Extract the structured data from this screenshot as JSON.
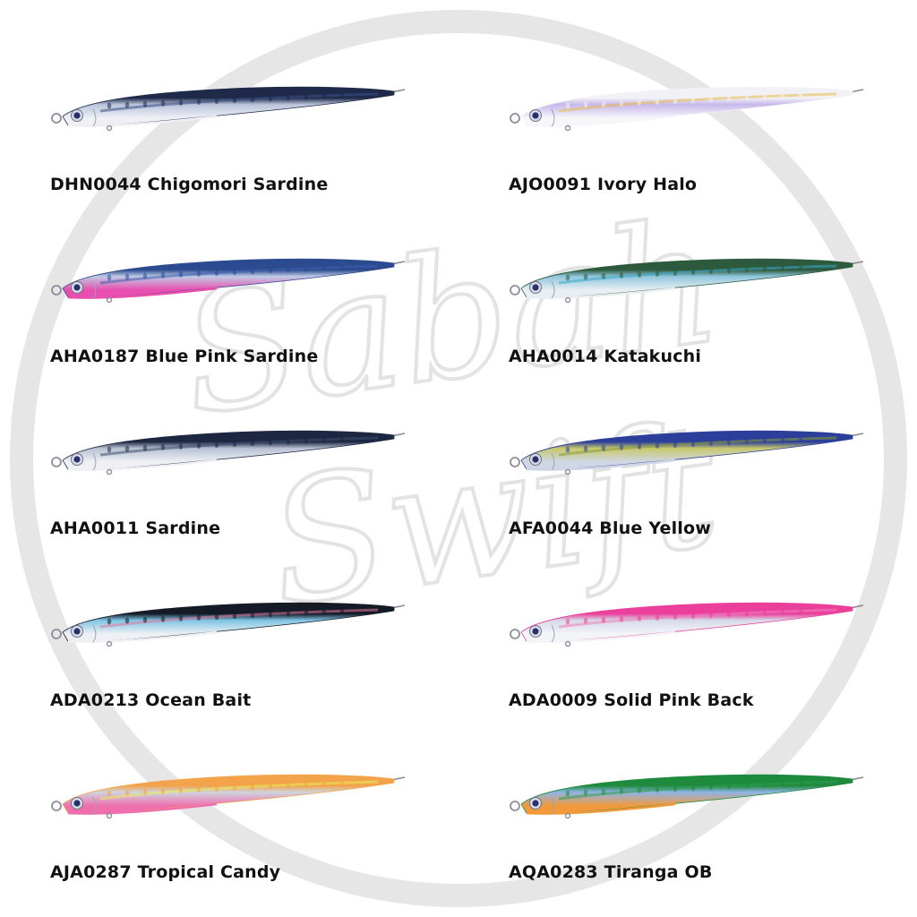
{
  "watermark": {
    "line1": "Sabah",
    "line2": "Swift",
    "color": "#d9d9d9"
  },
  "lures": [
    {
      "code": "DHN0044",
      "label": "DHN0044 Chigomori Sardine",
      "colors": {
        "back": "#1f2a4a",
        "belly": "#eef0f6",
        "mid": "#b9c3d8",
        "accent": "#3a4f8a"
      }
    },
    {
      "code": "AJO0091",
      "label": "AJO0091 Ivory Halo",
      "colors": {
        "back": "#f2f2f6",
        "belly": "#f7f7fa",
        "mid": "#c7b8ea",
        "accent": "#e8b94d"
      }
    },
    {
      "code": "AHA0187",
      "label": "AHA0187 Blue Pink Sardine",
      "colors": {
        "back": "#2c4a8f",
        "belly": "#e94fae",
        "mid": "#bfcbe6",
        "accent": "#3f5fae"
      }
    },
    {
      "code": "AHA0014",
      "label": "AHA0014 Katakuchi",
      "colors": {
        "back": "#2d5a3c",
        "belly": "#e9eef2",
        "mid": "#8fc6dd",
        "accent": "#3aa7c9"
      }
    },
    {
      "code": "AHA0011",
      "label": "AHA0011 Sardine",
      "colors": {
        "back": "#1d2742",
        "belly": "#eef0f4",
        "mid": "#b8c2d3",
        "accent": "#3d4e6e"
      }
    },
    {
      "code": "AFA0044",
      "label": "AFA0044 Blue Yellow",
      "colors": {
        "back": "#2b3f9a",
        "belly": "#cfd7e6",
        "mid": "#c8c86a",
        "accent": "#8a9a3a"
      }
    },
    {
      "code": "ADA0213",
      "label": "ADA0213 Ocean Bait",
      "colors": {
        "back": "#141a26",
        "belly": "#eef0f4",
        "mid": "#7fc4e4",
        "accent": "#e07aa0"
      }
    },
    {
      "code": "ADA0009",
      "label": "ADA0009 Solid Pink Back",
      "colors": {
        "back": "#ea3f9b",
        "belly": "#f3f4f8",
        "mid": "#d6dbe8",
        "accent": "#f07fbd"
      }
    },
    {
      "code": "AJA0287",
      "label": "AJA0287 Tropical Candy",
      "colors": {
        "back": "#f3a34a",
        "belly": "#ef6fae",
        "mid": "#cfd4de",
        "accent": "#e6ee5a"
      }
    },
    {
      "code": "AQA0283",
      "label": "AQA0283 Tiranga OB",
      "colors": {
        "back": "#1e8a3e",
        "belly": "#f29a3b",
        "mid": "#8fb4e6",
        "accent": "#2f9e4f"
      }
    }
  ]
}
